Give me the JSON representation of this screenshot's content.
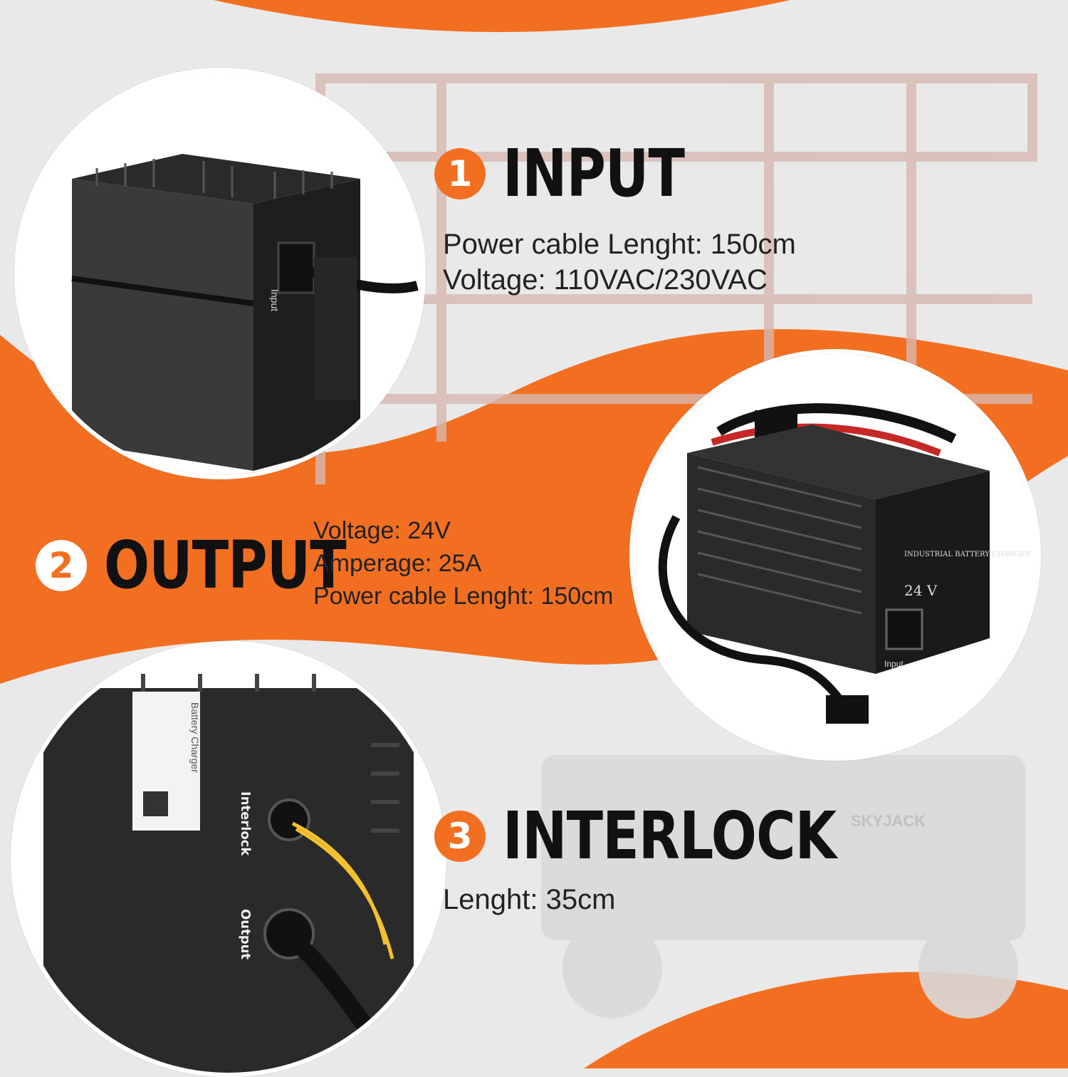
{
  "colors": {
    "accent": "#f26f22",
    "text": "#111111",
    "background": "#e9e9e9"
  },
  "sections": [
    {
      "number": "1",
      "title": "INPUT",
      "lines": [
        "Power cable Lenght: 150cm",
        "Voltage: 110VAC/230VAC"
      ],
      "image_label": "Input"
    },
    {
      "number": "2",
      "title": "OUTPUT",
      "lines": [
        "Voltage: 24V",
        "Amperage: 25A",
        "Power cable Lenght: 150cm"
      ],
      "device_label": "INDUSTRIAL BATTERY CHARGER",
      "device_voltage": "24 V",
      "image_label": "Input"
    },
    {
      "number": "3",
      "title": "INTERLOCK",
      "lines": [
        "Lenght: 35cm"
      ],
      "port_labels": [
        "Interlock",
        "Output"
      ],
      "sticker_title": "Battery Charger"
    }
  ],
  "background_brand": "SKYJACK"
}
